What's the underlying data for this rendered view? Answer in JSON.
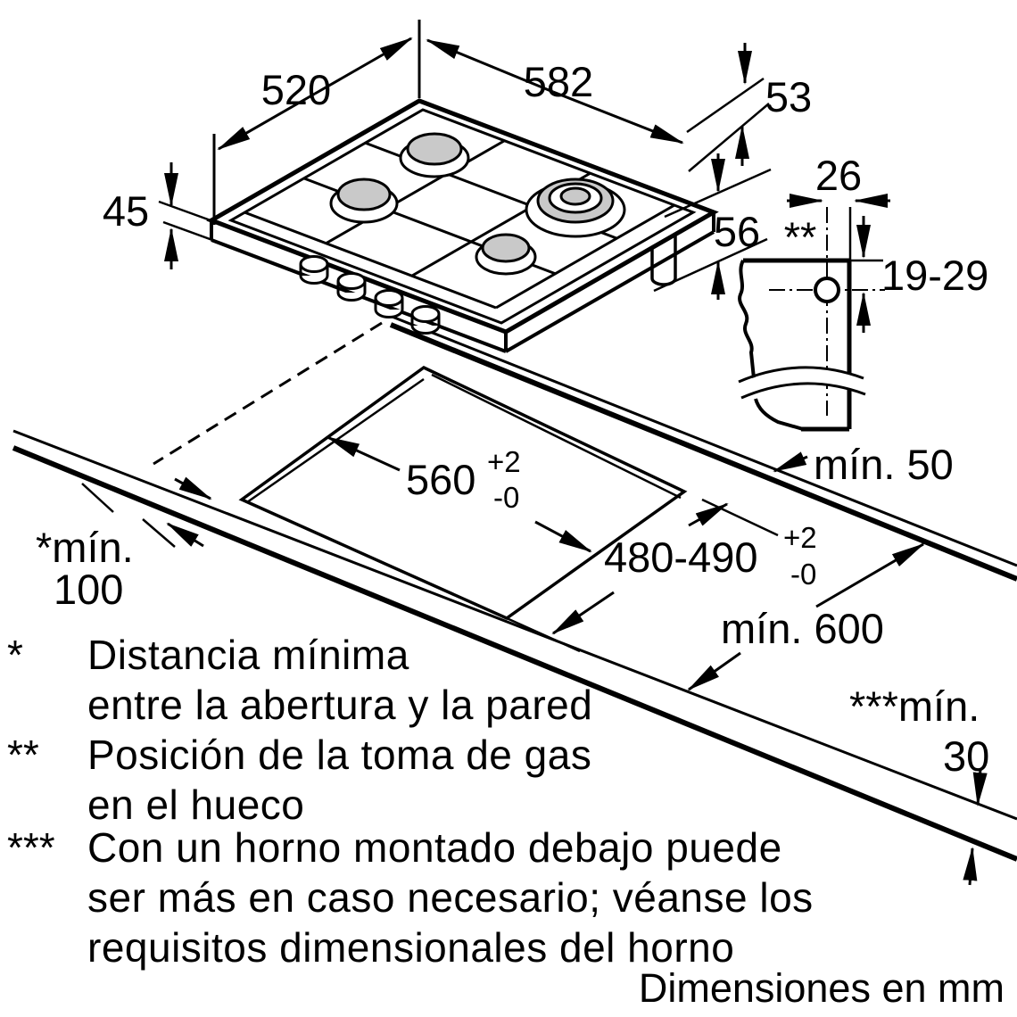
{
  "title": "Diagrama de instalación de placa de gas",
  "labels": {
    "dim_depth": "520",
    "dim_width": "582",
    "dim_53": "53",
    "dim_45": "45",
    "dim_56": "56",
    "dim_26": "26",
    "gas_marker": "**",
    "dim_19_29": "19-29",
    "min_50": "mín. 50",
    "cutout_width": "560",
    "cutout_width_tol_plus": "+2",
    "cutout_width_tol_minus": "-0",
    "cutout_depth": "480-490",
    "cutout_depth_tol_plus": "+2",
    "cutout_depth_tol_minus": "-0",
    "min_600": "mín. 600",
    "min_100_prefix": "*mín.",
    "min_100_value": "100",
    "min_30_prefix": "***mín.",
    "min_30_value": "30"
  },
  "footnotes": {
    "note1_marker": "*",
    "note1_line1": "Distancia mínima",
    "note1_line2": "entre la abertura y la pared",
    "note2_marker": "**",
    "note2_line1": "Posición de la toma de gas",
    "note2_line2": "en el hueco",
    "note3_marker": "***",
    "note3_line1": "Con un horno montado debajo puede",
    "note3_line2": "ser más en caso necesario; véanse los",
    "note3_line3": "requisitos dimensionales del horno"
  },
  "units_note": "Dimensiones en mm",
  "colors": {
    "line": "#000000",
    "burner_fill": "#c9c9c9",
    "background": "#ffffff"
  }
}
